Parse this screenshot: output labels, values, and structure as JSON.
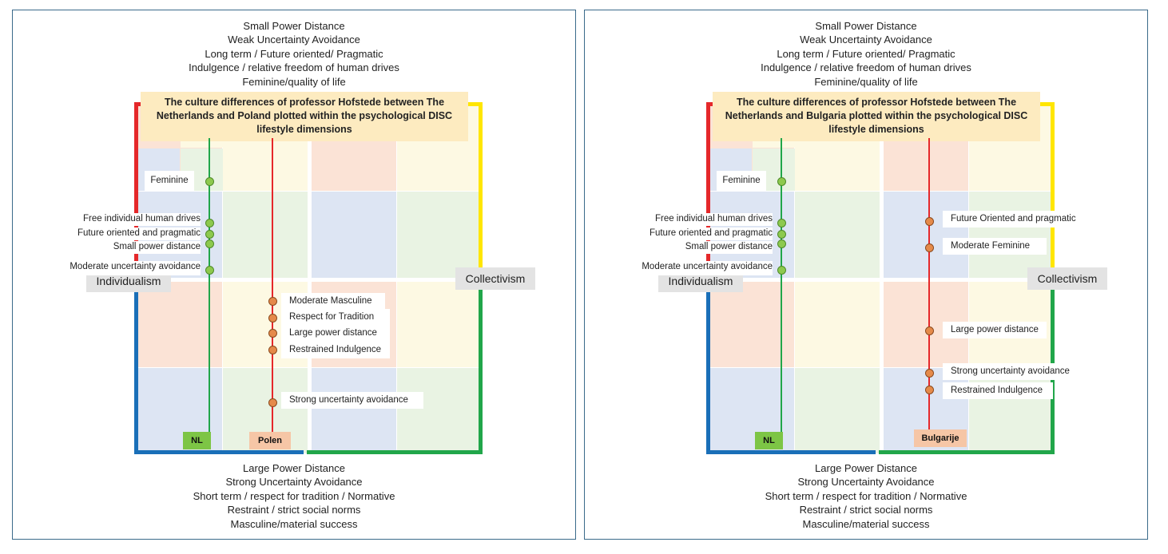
{
  "colors": {
    "red": "#e5282a",
    "yellow": "#ffe600",
    "green": "#21a64a",
    "blue": "#1a6fb8",
    "nl_line": "#21a64a",
    "other_line": "#e5282a"
  },
  "panels": [
    {
      "top_caption": [
        "Small Power Distance",
        "Weak Uncertainty Avoidance",
        "Long term / Future oriented/ Pragmatic",
        "Indulgence / relative freedom of human drives",
        "Feminine/quality of life"
      ],
      "bottom_caption": [
        "Large Power Distance",
        "Strong Uncertainty Avoidance",
        "Short term / respect for tradition / Normative",
        "Restraint / strict social norms",
        "Masculine/material success"
      ],
      "title": "The culture differences of professor Hofstede between The Netherlands and Poland plotted within the psychological DISC lifestyle dimensions",
      "left_axis": "Individualism",
      "right_axis": "Collectivism",
      "nl_tag": "NL",
      "other_tag": "Polen",
      "nl_labels": [
        "Feminine",
        "Free individual human drives",
        "Future oriented and pragmatic",
        "Small power distance",
        "Moderate uncertainty avoidance"
      ],
      "other_labels": [
        "Moderate Masculine",
        "Respect for Tradition",
        "Large power distance",
        "Restrained Indulgence",
        "Strong uncertainty avoidance"
      ]
    },
    {
      "top_caption": [
        "Small Power Distance",
        "Weak Uncertainty Avoidance",
        "Long term / Future oriented/ Pragmatic",
        "Indulgence / relative freedom of human drives",
        "Feminine/quality of life"
      ],
      "bottom_caption": [
        "Large Power Distance",
        "Strong Uncertainty Avoidance",
        "Short term / respect for tradition / Normative",
        "Restraint / strict social norms",
        "Masculine/material success"
      ],
      "title": "The culture differences of professor Hofstede between The Netherlands and Bulgaria plotted within the psychological DISC lifestyle dimensions",
      "left_axis": "Individualism",
      "right_axis": "Collectivism",
      "nl_tag": "NL",
      "other_tag": "Bulgarije",
      "nl_labels": [
        "Feminine",
        "Free individual human drives",
        "Future oriented and pragmatic",
        "Small power distance",
        "Moderate uncertainty avoidance"
      ],
      "other_labels": [
        "Future Oriented and pragmatic",
        "Moderate Feminine",
        "Large power distance",
        "Strong uncertainty avoidance",
        "Restrained Indulgence"
      ]
    }
  ]
}
